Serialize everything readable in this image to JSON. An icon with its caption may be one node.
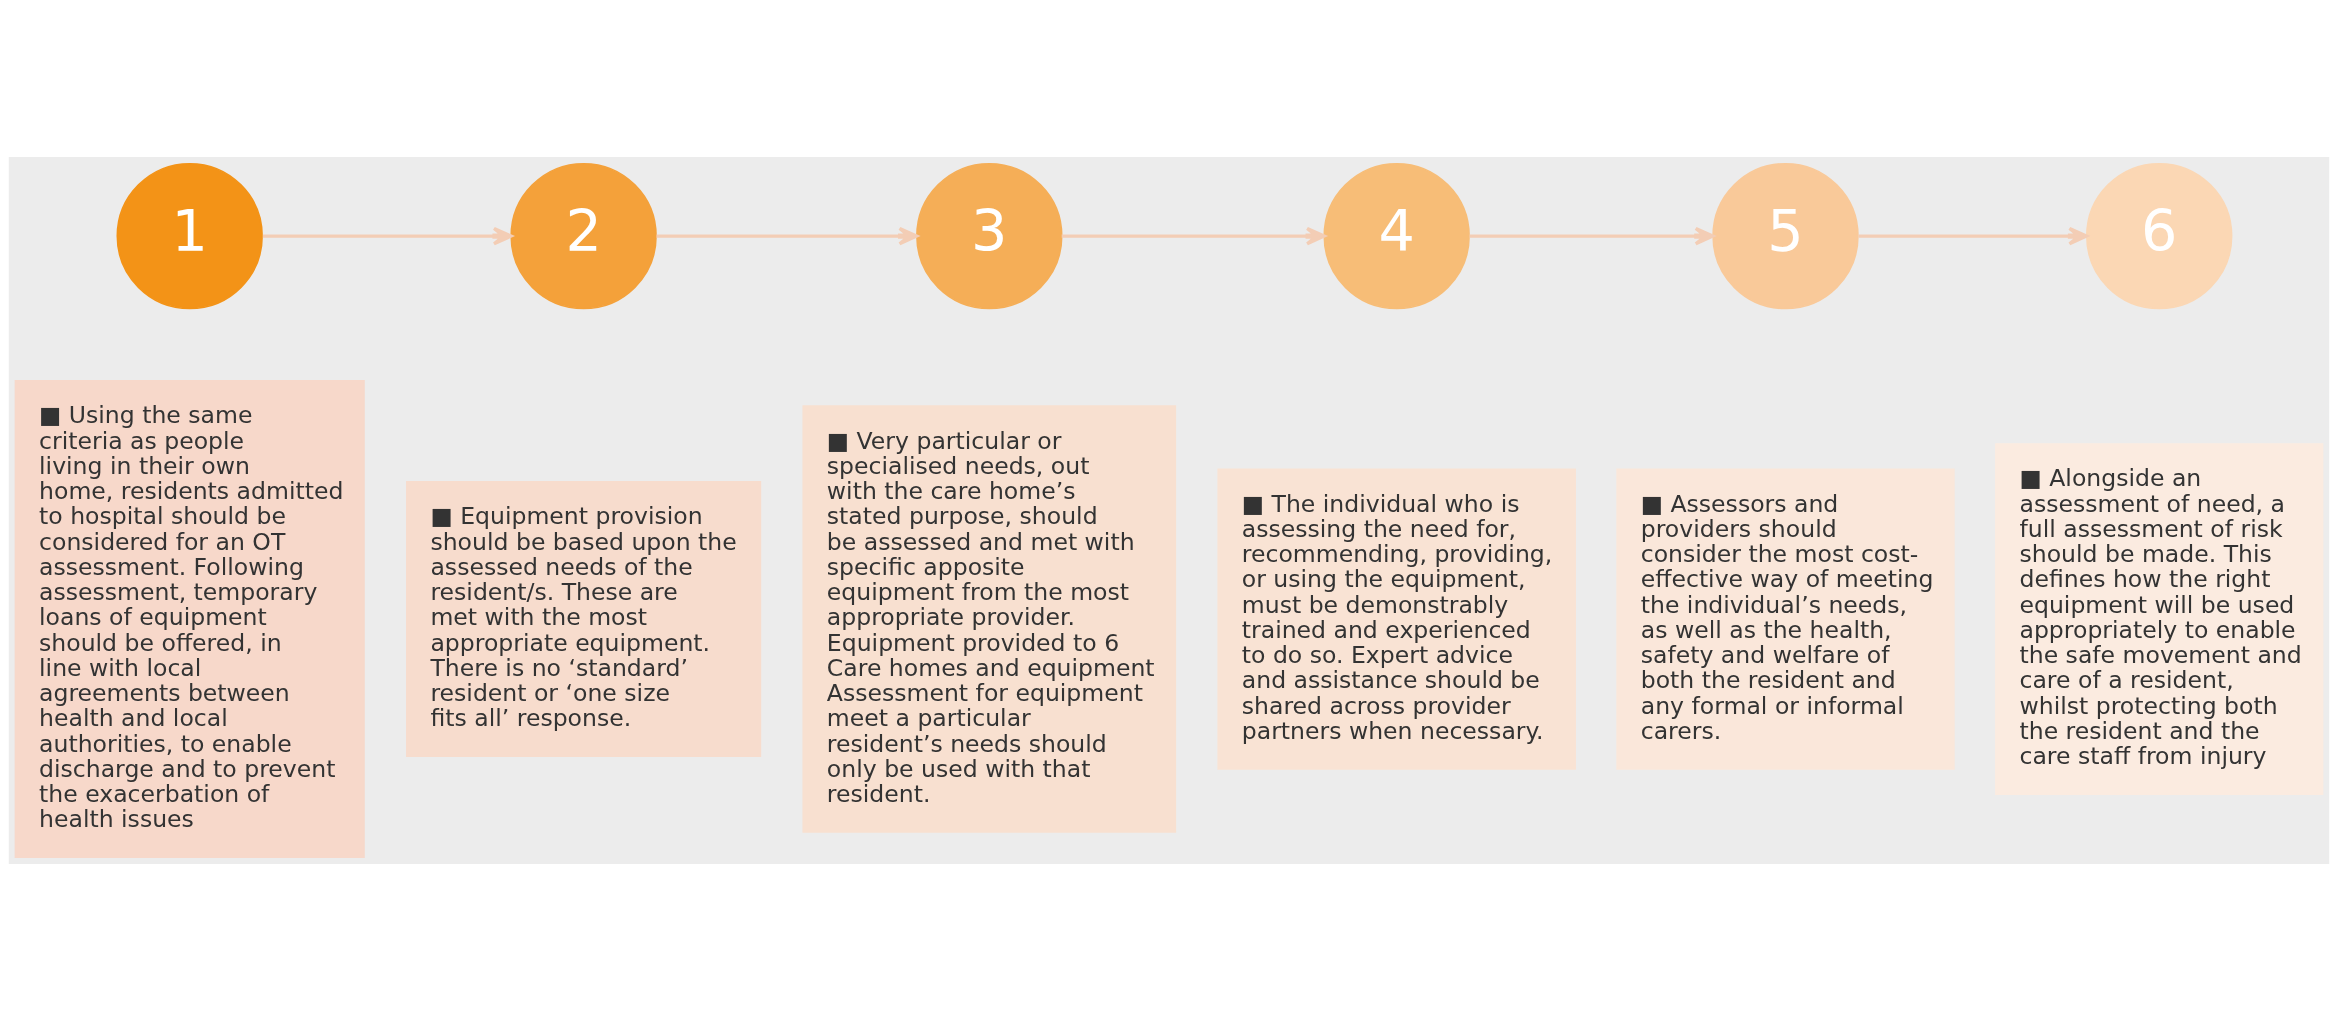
{
  "diagram": {
    "nodes": [
      {
        "text": [
          "1"
        ]
      },
      {
        "text": [
          "2"
        ]
      },
      {
        "text": [
          "3"
        ]
      },
      {
        "text": [
          "4"
        ]
      },
      {
        "text": [
          "5"
        ]
      },
      {
        "text": [
          "6"
        ]
      },
      {
        "text": [
          "■ Using the same criteria as people living in their own home, residents admitted to hospital should be considered for an OT assessment. Following assessment, temporary loans of equipment should be offered, in line with local agreements between health and local authorities, to enable discharge and to prevent the exacerbation of health issues"
        ]
      },
      {
        "text": [
          "■ Equipment provision should be based upon the assessed needs of the resident/s. These are met with the most appropriate equipment. There is no ‘standard’ resident or ‘one size fits all’ response."
        ]
      },
      {
        "text": [
          "■ Very particular or specialised needs, out with the care home’s stated purpose, should be assessed and met with specific apposite equipment from the most appropriate provider. Equipment provided to 6 Care homes and equipment Assessment for equipment meet a particular resident’s needs should only be used with that resident."
        ]
      },
      {
        "text": [
          "■ The individual who is assessing the need for, recommending, providing, or using the equipment, must be demonstrably trained and experienced to do so. Expert advice and assistance should be shared across provider partners when necessary."
        ]
      },
      {
        "text": [
          "■ Assessors and providers should consider the most cost-effective way of meeting the individual’s needs, as well as the health, safety and welfare of both the resident and any formal or informal carers."
        ]
      },
      {
        "text": [
          "■ Alongside an assessment of need, a full assessment of risk should be made. This defines how the right equipment will be used appropriately to enable the safe movement and care of a resident, whilst protecting both the resident and the care staff from injury"
        ]
      }
    ],
    "edges": [
      {
        "from": 0,
        "to": 1,
        "arrow": "to"
      },
      {
        "from": 1,
        "to": 2,
        "arrow": "to"
      },
      {
        "from": 2,
        "to": 3,
        "arrow": "to"
      },
      {
        "from": 3,
        "to": 4,
        "arrow": "to"
      },
      {
        "from": 4,
        "to": 5,
        "arrow": "to"
      }
    ]
  }
}
